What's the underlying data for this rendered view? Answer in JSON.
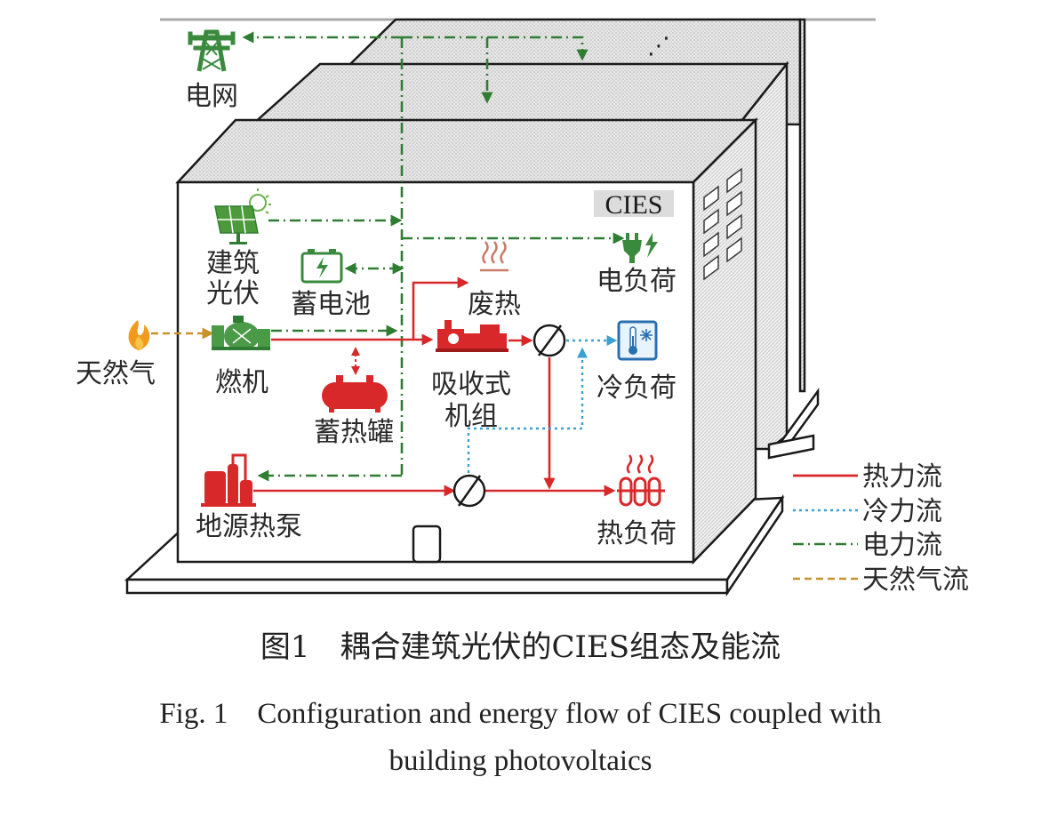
{
  "diagram": {
    "system_label": "CIES",
    "nodes": {
      "grid": "电网",
      "pv": [
        "建筑",
        "光伏"
      ],
      "battery": "蓄电池",
      "gas": "天然气",
      "turbine": "燃机",
      "heat_storage": "蓄热罐",
      "waste_heat": "废热",
      "absorption": [
        "吸收式",
        "机组"
      ],
      "elec_load": "电负荷",
      "cool_load": "冷负荷",
      "heat_load": "热负荷",
      "ground_pump": "地源热泵"
    },
    "legend": [
      {
        "label": "热力流",
        "color": "#d8282a",
        "style": "solid"
      },
      {
        "label": "冷力流",
        "color": "#3aa0d0",
        "style": "dotted"
      },
      {
        "label": "电力流",
        "color": "#2e7d32",
        "style": "dash-dot"
      },
      {
        "label": "天然气流",
        "color": "#c8922a",
        "style": "dashed"
      }
    ],
    "more_buildings_marker": "⋰"
  },
  "caption": {
    "cn": "图1　耦合建筑光伏的CIES组态及能流",
    "en_line1": "Fig. 1　Configuration and energy flow of CIES coupled with",
    "en_line2": "building photovoltaics"
  }
}
